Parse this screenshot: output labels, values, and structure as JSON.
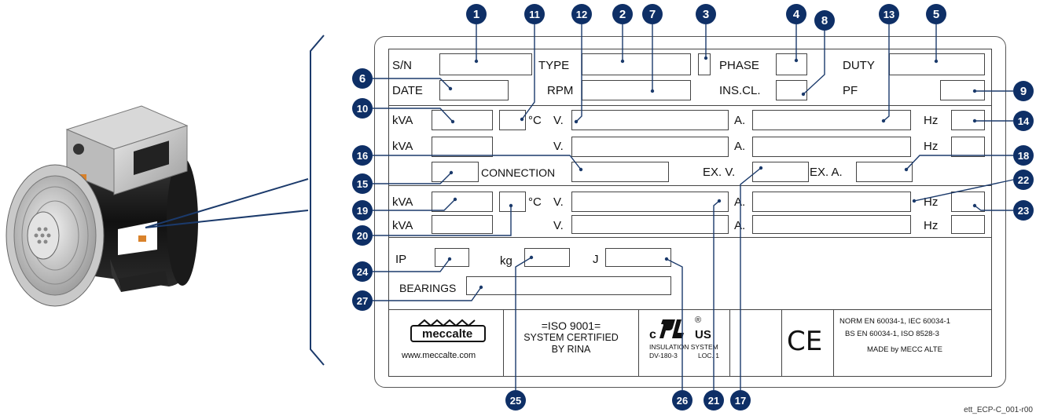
{
  "plate": {
    "row1": {
      "sn": "S/N",
      "type": "TYPE",
      "phase": "PHASE",
      "duty": "DUTY"
    },
    "row2": {
      "date": "DATE",
      "rpm": "RPM",
      "ins_cl": "INS.CL.",
      "pf": "PF"
    },
    "row3": {
      "kva": "kVA",
      "degc": "°C",
      "v": "V.",
      "a": "A.",
      "hz": "Hz"
    },
    "row4": {
      "kva": "kVA",
      "v": "V.",
      "a": "A.",
      "hz": "Hz"
    },
    "row5": {
      "connection": "CONNECTION",
      "ex_v": "EX. V.",
      "ex_a": "EX. A."
    },
    "row6": {
      "kva": "kVA",
      "degc": "°C",
      "v": "V.",
      "a": "A.",
      "hz": "Hz"
    },
    "row7": {
      "kva": "kVA",
      "v": "V.",
      "a": "A.",
      "hz": "Hz"
    },
    "row8": {
      "ip": "IP",
      "kg": "kg",
      "j": "J"
    },
    "row9": {
      "bearings": "BEARINGS"
    },
    "footer": {
      "logo": "meccalte",
      "website": "www.meccalte.com",
      "iso_line1": "=ISO 9001=",
      "iso_line2": "SYSTEM CERTIFIED",
      "iso_line3": "BY RINA",
      "ul_c": "c",
      "ul_us": "US",
      "ul_reg": "®",
      "ul_insulation": "INSULATION SYSTEM",
      "ul_dv": "DV-180-3",
      "ul_loc": "LOC. 1",
      "ce": "CE",
      "norm_line1": "NORM EN 60034-1, IEC 60034-1",
      "norm_line2": "BS EN 60034-1, ISO 8528-3",
      "norm_line3": "MADE by MECC ALTE"
    }
  },
  "callouts": [
    "1",
    "2",
    "3",
    "4",
    "5",
    "6",
    "7",
    "8",
    "9",
    "10",
    "11",
    "12",
    "13",
    "14",
    "15",
    "16",
    "17",
    "18",
    "19",
    "20",
    "21",
    "22",
    "23",
    "24",
    "25",
    "26",
    "27"
  ],
  "reference": "ett_ECP-C_001-r00",
  "colors": {
    "callout": "#0e2f66",
    "line": "#1b3a6b",
    "plate_border": "#444"
  }
}
